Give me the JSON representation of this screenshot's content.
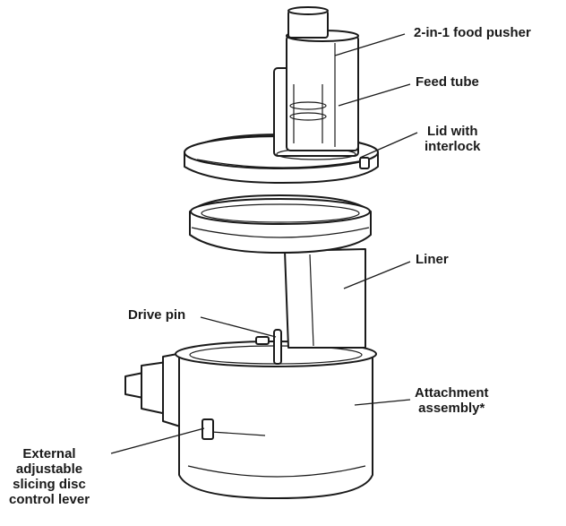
{
  "diagram": {
    "labels": {
      "food_pusher": "2-in-1 food pusher",
      "feed_tube": "Feed tube",
      "lid_line1": "Lid with",
      "lid_line2": "interlock",
      "liner": "Liner",
      "drive_pin": "Drive pin",
      "attachment_line1": "Attachment",
      "attachment_line2": "assembly*",
      "lever_line1": "External",
      "lever_line2": "adjustable",
      "lever_line3": "slicing disc",
      "lever_line4": "control lever"
    }
  }
}
